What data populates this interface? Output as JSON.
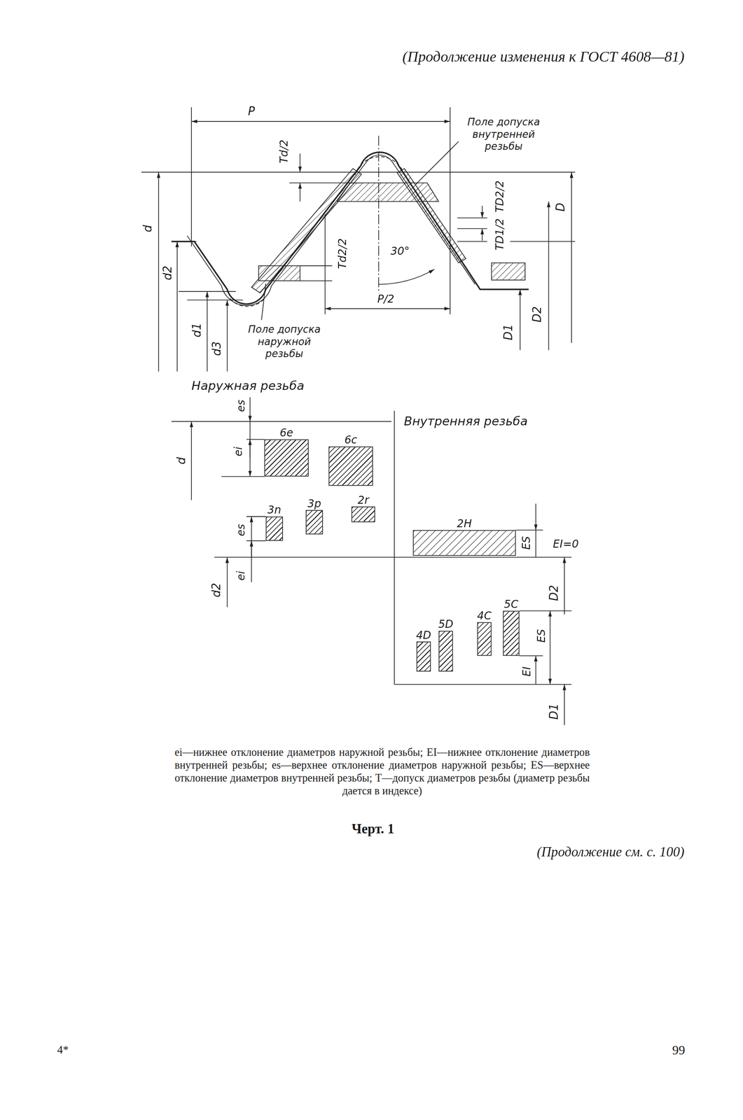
{
  "diagram": {
    "caption": "Черт. 1",
    "nodes": [
      {
        "text": [
          "6e"
        ]
      },
      {
        "text": [
          "6c"
        ]
      },
      {
        "text": [
          "3n"
        ]
      },
      {
        "text": [
          "3p"
        ]
      },
      {
        "text": [
          "2r"
        ]
      },
      {
        "text": [
          "2H"
        ]
      },
      {
        "text": [
          "4D"
        ]
      },
      {
        "text": [
          "5D"
        ]
      },
      {
        "text": [
          "4C"
        ]
      },
      {
        "text": [
          "5C"
        ]
      }
    ],
    "labels": [
      "(Продолжение изменения к ГОСТ 4608—81)",
      "P",
      "Поле допуска внутренней резьбы",
      "Td/2",
      "TD2/2",
      "d",
      "TD1/2",
      "D",
      "30°",
      "Td2/2",
      "d2",
      "P/2",
      "D2",
      "d1",
      "d3",
      "D1",
      "Поле допуска наружной резьбы",
      "Наружная резьба",
      "es",
      "d",
      "ei",
      "Внутренняя резьба",
      "es",
      "ES",
      "EI=0",
      "d2",
      "ei",
      "D2",
      "ES",
      "EI",
      "D1",
      "ei—нижнее отклонение диаметров наружной резьбы; EI—нижнее отклонение диаметров внутренней резьбы; es—верхнее отклонение диаметров наружной резьбы; ES—верхнее отклонение диаметров внутренней резьбы; T—допуск диаметров резьбы (диаметр резьбы дается в индексе)",
      "(Продолжение см. с. 100)",
      "4*",
      "99"
    ]
  }
}
